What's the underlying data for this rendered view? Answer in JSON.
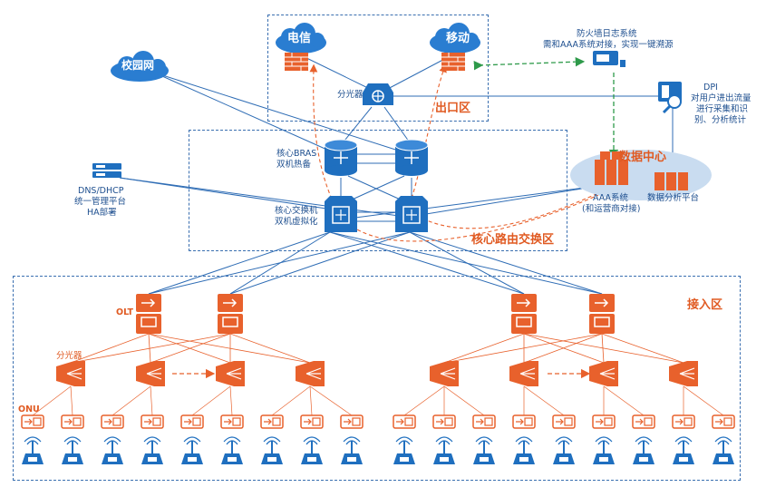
{
  "zones": {
    "exit_label": "出口区",
    "core_label": "核心路由交换区",
    "access_label": "接入区"
  },
  "clouds": {
    "telecom": "电信",
    "mobile": "移动",
    "campus": "校园网"
  },
  "labels": {
    "splitter_top": "分光器",
    "bras": [
      "核心BRAS",
      "双机热备"
    ],
    "core_switch": [
      "核心交换机",
      "双机虚拟化"
    ],
    "dns": [
      "DNS/DHCP",
      "统一管理平台",
      "HA部署"
    ],
    "firewall_log": [
      "防火墙日志系统",
      "需和AAA系统对接，实现一键溯源"
    ],
    "dpi": [
      "DPI",
      "对用户进出流量",
      "进行采集和识",
      "别、分析统计"
    ],
    "datacenter": "数据中心",
    "aaa": [
      "AAA系统",
      "(和运营商对接)"
    ],
    "analysis": "数据分析平台",
    "olt": "OLT",
    "splitter_access": "分光器",
    "onu": "ONU"
  },
  "colors": {
    "line_blue": "#2f6db5",
    "orange": "#e8612c",
    "green_dash": "#2e9a4a",
    "cloud_blue": "#2a7dd1",
    "device_blue": "#1f6fbf",
    "datacenter_fill": "#c9dcf0"
  },
  "icons": {
    "firewall": "firewall-icon",
    "cloud": "cloud-icon",
    "olt": "olt-icon",
    "splitter": "splitter-icon",
    "onu": "onu-icon",
    "ap": "wireless-ap-icon"
  }
}
